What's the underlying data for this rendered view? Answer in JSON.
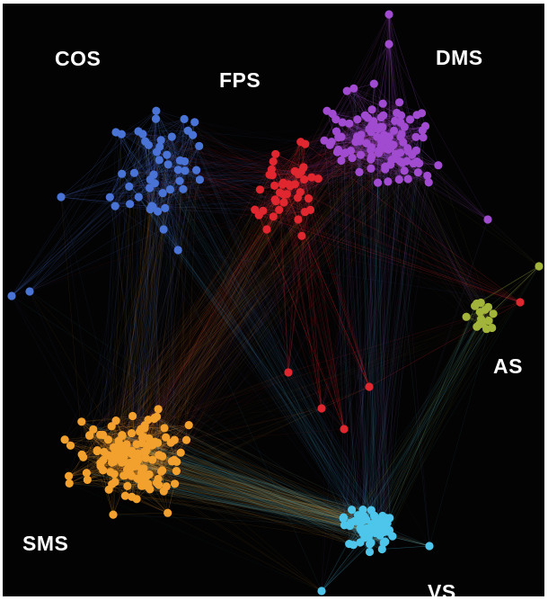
{
  "figure": {
    "background_color": "#030303",
    "clusters": [
      {
        "key": "cos",
        "label": "COS",
        "color": "#4a73d6"
      },
      {
        "key": "fps",
        "label": "FPS",
        "color": "#e0262e"
      },
      {
        "key": "dms",
        "label": "DMS",
        "color": "#a04bd0"
      },
      {
        "key": "as",
        "label": "AS",
        "color": "#a3b43a"
      },
      {
        "key": "sms",
        "label": "SMS",
        "color": "#f2a12e"
      },
      {
        "key": "vs",
        "label": "VS",
        "color": "#4ec6ec"
      }
    ]
  }
}
